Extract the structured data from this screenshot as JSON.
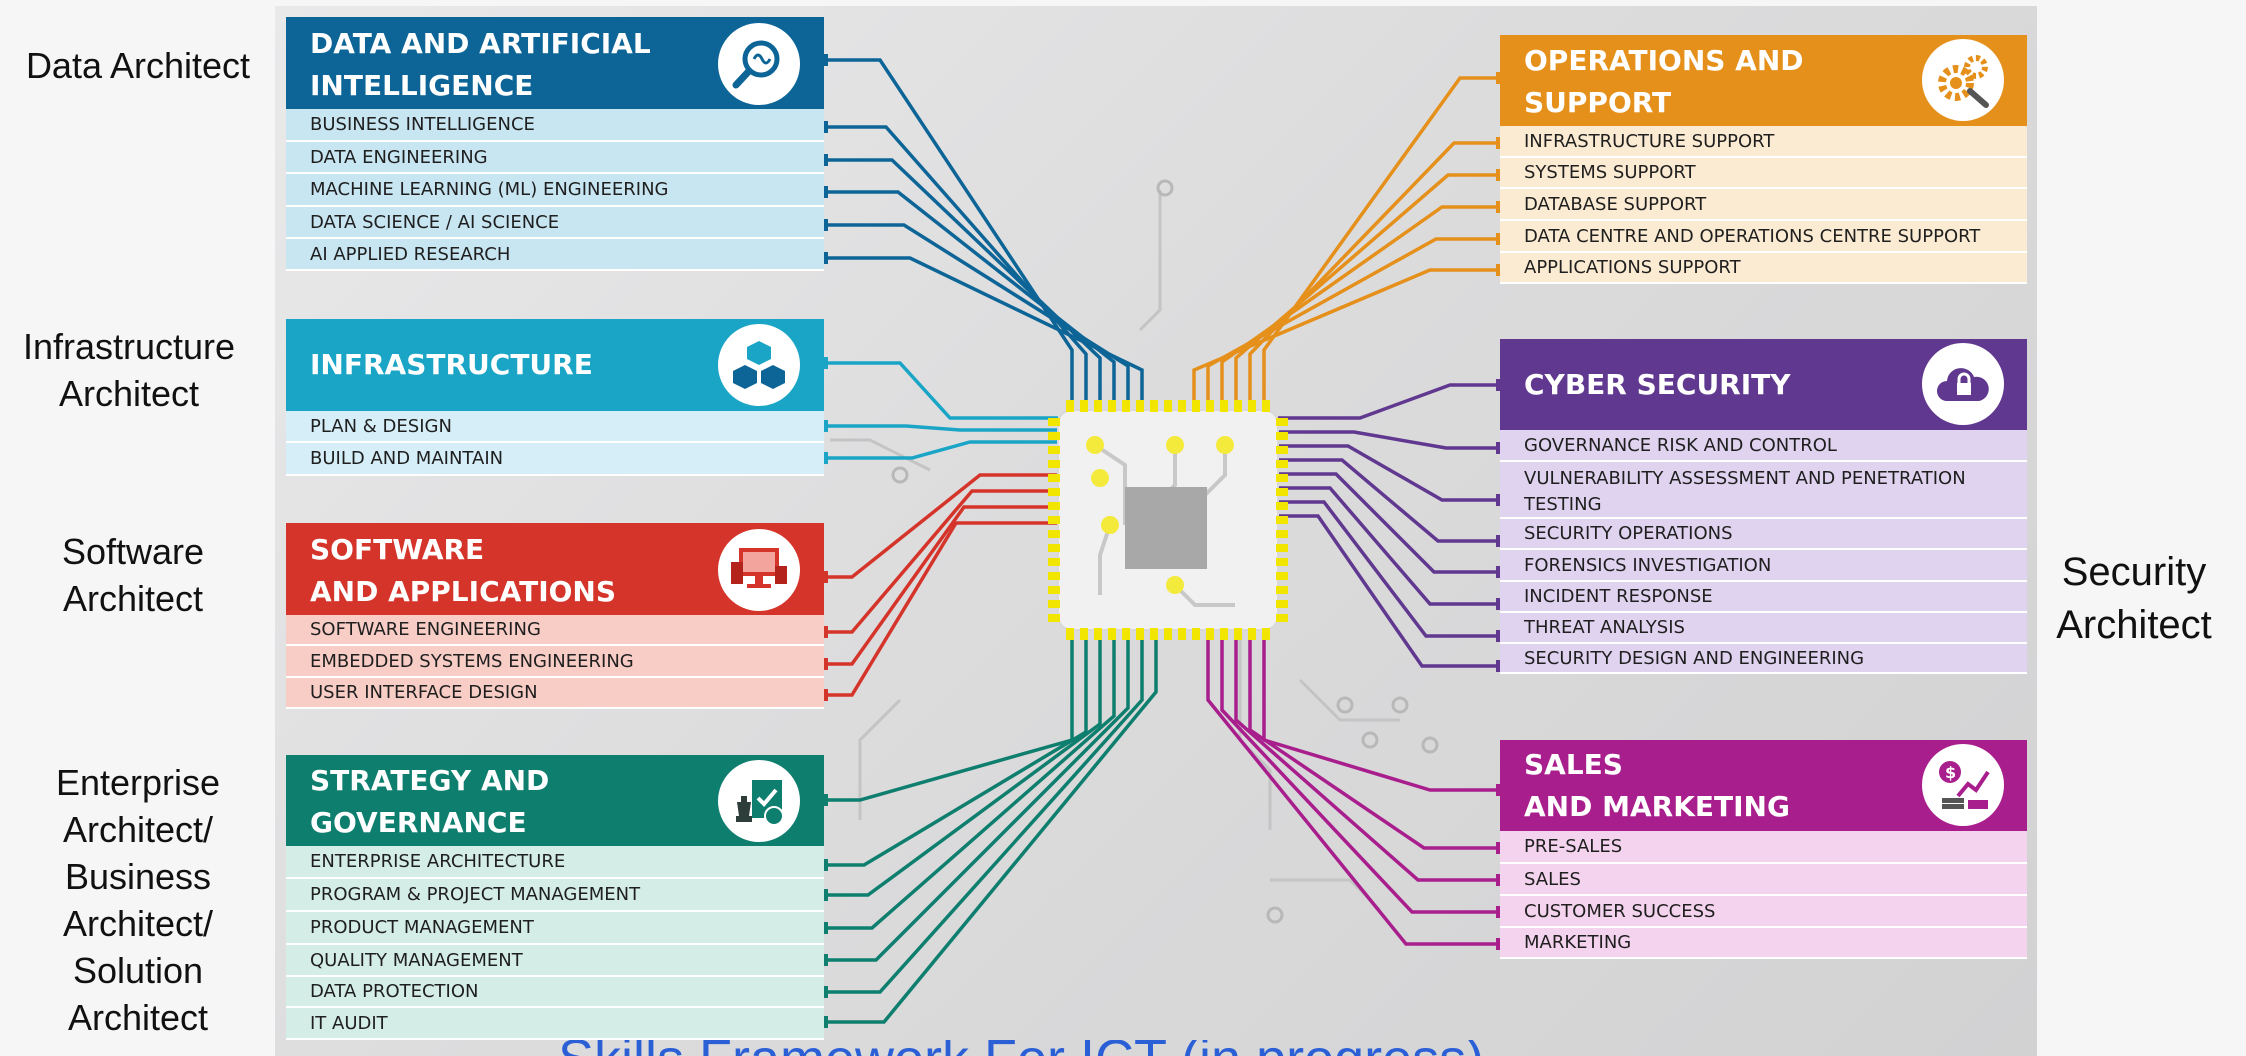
{
  "colors": {
    "data_ai": "#0d6597",
    "data_ai_row": "#c8e5f2",
    "infra": "#1aa5c6",
    "infra_row": "#d6eef7",
    "software": "#d5342a",
    "software_row": "#f7cdc6",
    "strategy": "#0e7e6e",
    "strategy_row": "#d4ede6",
    "ops": "#e6901c",
    "ops_row": "#fcebd3",
    "cyber": "#60388f",
    "cyber_row": "#dfd3ef",
    "sales": "#a81e8c",
    "sales_row": "#f3d3ed",
    "chip_pin": "#f2e600"
  },
  "roles": {
    "data_architect": "Data Architect",
    "infra_architect_1": "Infrastructure",
    "infra_architect_2": "Architect",
    "software_architect_1": "Software",
    "software_architect_2": "Architect",
    "enterprise_1": "Enterprise",
    "enterprise_2": "Architect/",
    "enterprise_3": "Business",
    "enterprise_4": "Architect/",
    "enterprise_5": "Solution",
    "enterprise_6": "Architect",
    "security_1": "Security",
    "security_2": "Architect"
  },
  "data_ai": {
    "title_1": "DATA AND ARTIFICIAL",
    "title_2": "INTELLIGENCE",
    "icon": "brain-magnifier-icon",
    "items": [
      "BUSINESS INTELLIGENCE",
      "DATA ENGINEERING",
      "MACHINE LEARNING (ML) ENGINEERING",
      "DATA SCIENCE / AI SCIENCE",
      "AI APPLIED RESEARCH"
    ]
  },
  "infra": {
    "title_1": "INFRASTRUCTURE",
    "icon": "cubes-icon",
    "items": [
      "PLAN & DESIGN",
      "BUILD AND MAINTAIN"
    ]
  },
  "software": {
    "title_1": "SOFTWARE",
    "title_2": "AND APPLICATIONS",
    "icon": "monitor-devices-icon",
    "items": [
      "SOFTWARE ENGINEERING",
      "EMBEDDED SYSTEMS ENGINEERING",
      "USER INTERFACE DESIGN"
    ]
  },
  "strategy": {
    "title_1": "STRATEGY AND",
    "title_2": "GOVERNANCE",
    "icon": "certificate-chess-icon",
    "items": [
      "ENTERPRISE ARCHITECTURE",
      "PROGRAM & PROJECT MANAGEMENT",
      "PRODUCT MANAGEMENT",
      "QUALITY MANAGEMENT",
      "DATA PROTECTION",
      "IT AUDIT"
    ]
  },
  "ops": {
    "title_1": "OPERATIONS AND",
    "title_2": "SUPPORT",
    "icon": "gears-wrench-icon",
    "items": [
      "INFRASTRUCTURE SUPPORT",
      "SYSTEMS SUPPORT",
      "DATABASE SUPPORT",
      "DATA CENTRE AND OPERATIONS CENTRE SUPPORT",
      "APPLICATIONS SUPPORT"
    ]
  },
  "cyber": {
    "title_1": "CYBER SECURITY",
    "icon": "cloud-lock-icon",
    "items": [
      "GOVERNANCE RISK AND CONTROL",
      "VULNERABILITY ASSESSMENT AND PENETRATION",
      "SECURITY OPERATIONS",
      "FORENSICS INVESTIGATION",
      "INCIDENT RESPONSE",
      "THREAT ANALYSIS",
      "SECURITY DESIGN AND ENGINEERING"
    ],
    "item_1_line_2": "TESTING"
  },
  "sales": {
    "title_1": "SALES",
    "title_2": "AND MARKETING",
    "icon": "money-growth-icon",
    "items": [
      "PRE-SALES",
      "SALES",
      "CUSTOMER SUCCESS",
      "MARKETING"
    ]
  },
  "caption": "Skills Framework For ICT (in progress)"
}
